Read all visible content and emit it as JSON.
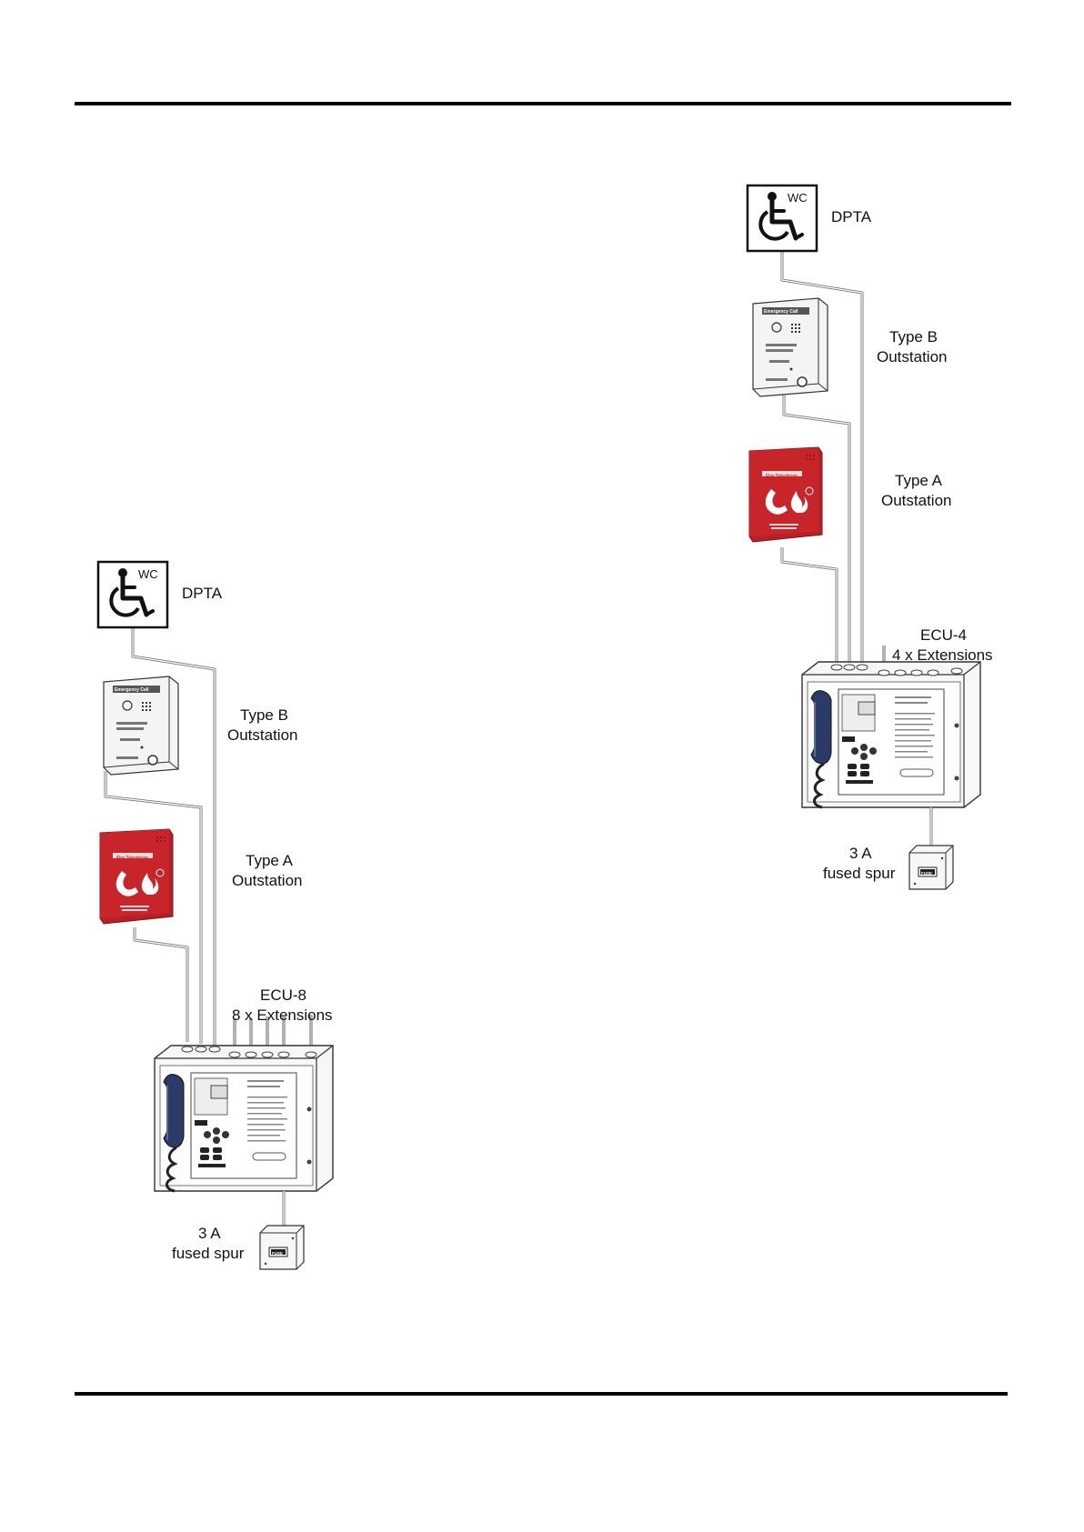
{
  "left": {
    "dpta": {
      "icon_text": "WC",
      "label": "DPTA"
    },
    "type_b": {
      "line1": "Type B",
      "line2": "Outstation",
      "panel_title": "Emergency Call"
    },
    "type_a": {
      "line1": "Type A",
      "line2": "Outstation",
      "panel_title": "Fire Telephone"
    },
    "ecu": {
      "line1": "ECU-8",
      "line2": "8 x Extensions"
    },
    "spur": {
      "line1": "3 A",
      "line2": "fused spur",
      "box_text": "FUSE"
    }
  },
  "right": {
    "dpta": {
      "icon_text": "WC",
      "label": "DPTA"
    },
    "type_b": {
      "line1": "Type B",
      "line2": "Outstation",
      "panel_title": "Emergency Call"
    },
    "type_a": {
      "line1": "Type A",
      "line2": "Outstation",
      "panel_title": "Fire Telephone"
    },
    "ecu": {
      "line1": "ECU-4",
      "line2": "4 x Extensions"
    },
    "spur": {
      "line1": "3 A",
      "line2": "fused spur",
      "box_text": "FUSE"
    }
  },
  "colors": {
    "fire_red": "#c8252b",
    "rule": "#000000",
    "cable": "#8a8a8a"
  },
  "icons": [
    "wheelchair-icon",
    "telephone-icon",
    "flame-icon",
    "handset-icon",
    "fuse-icon"
  ]
}
